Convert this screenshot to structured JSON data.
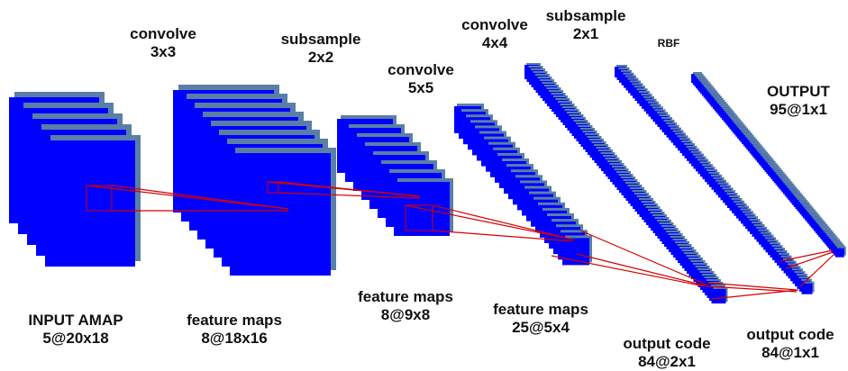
{
  "diagram": {
    "colors": {
      "map_fill": "#0000ff",
      "map_shadow": "#5a7fa6",
      "connection": "#d40000"
    },
    "stages": [
      {
        "id": "input",
        "line1": "INPUT AMAP",
        "line2": "5@20x18",
        "num_maps": 5
      },
      {
        "id": "fmap1",
        "line1": "feature maps",
        "line2": "8@18x16",
        "num_maps": 8
      },
      {
        "id": "fmap2",
        "line1": "feature maps",
        "line2": "8@9x8",
        "num_maps": 8
      },
      {
        "id": "fmap3",
        "line1": "feature maps",
        "line2": "25@5x4",
        "num_maps": 25
      },
      {
        "id": "code1",
        "line1": "output code",
        "line2": "84@2x1",
        "num_maps": 84
      },
      {
        "id": "code2",
        "line1": "output code",
        "line2": "84@1x1",
        "num_maps": 84
      },
      {
        "id": "output",
        "line1": "OUTPUT",
        "line2": "95@1x1",
        "num_maps": 95
      }
    ],
    "operations": [
      {
        "id": "op1",
        "line1": "convolve",
        "line2": "3x3"
      },
      {
        "id": "op2",
        "line1": "subsample",
        "line2": "2x2"
      },
      {
        "id": "op3",
        "line1": "convolve",
        "line2": "5x5"
      },
      {
        "id": "op4",
        "line1": "convolve",
        "line2": "4x4"
      },
      {
        "id": "op5",
        "line1": "subsample",
        "line2": "2x1"
      },
      {
        "id": "op6",
        "line1": "RBF",
        "line2": ""
      }
    ]
  }
}
